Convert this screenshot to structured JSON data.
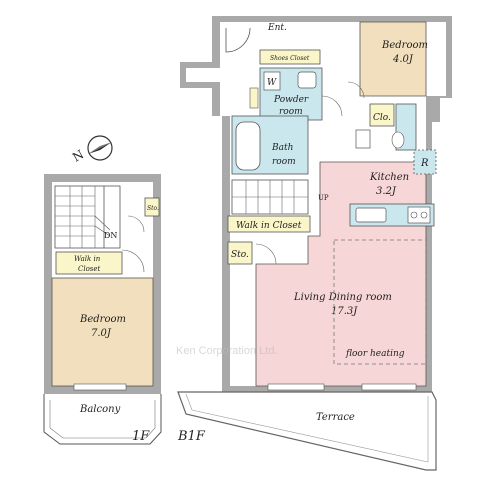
{
  "rooms": {
    "ent": "Ent.",
    "bedroom_upper": {
      "name": "Bedroom",
      "size": "4.0J"
    },
    "shoes_closet": "Shoes Closet",
    "w": "W",
    "powder_room": {
      "line1": "Powder",
      "line2": "room"
    },
    "clo": "Clo.",
    "bath": {
      "line1": "Bath",
      "line2": "room"
    },
    "r": "R",
    "kitchen": {
      "name": "Kitchen",
      "size": "3.2J"
    },
    "up": "UP",
    "walk_in_closet_b1f": "Walk in Closet",
    "sto_b1f": "Sto.",
    "living_dining": {
      "name": "Living Dining room",
      "size": "17.3J"
    },
    "floor_heating": "floor heating",
    "terrace": "Terrace",
    "sto_1f": "Sto.",
    "dn": "DN",
    "walk_in_closet_1f": {
      "line1": "Walk in",
      "line2": "Closet"
    },
    "bedroom_1f": {
      "name": "Bedroom",
      "size": "7.0J"
    },
    "balcony": "Balcony"
  },
  "floors": {
    "first": "1F",
    "basement": "B1F"
  },
  "compass": {
    "north": "N"
  },
  "watermark": "Ken Corporation Ltd.",
  "colors": {
    "wall": "#a9a9a9",
    "bedroom": "#f1dfbd",
    "wet_room": "#cbe7ee",
    "living": "#f6d6d6",
    "closet": "#faf6c9",
    "outline": "#444444"
  }
}
